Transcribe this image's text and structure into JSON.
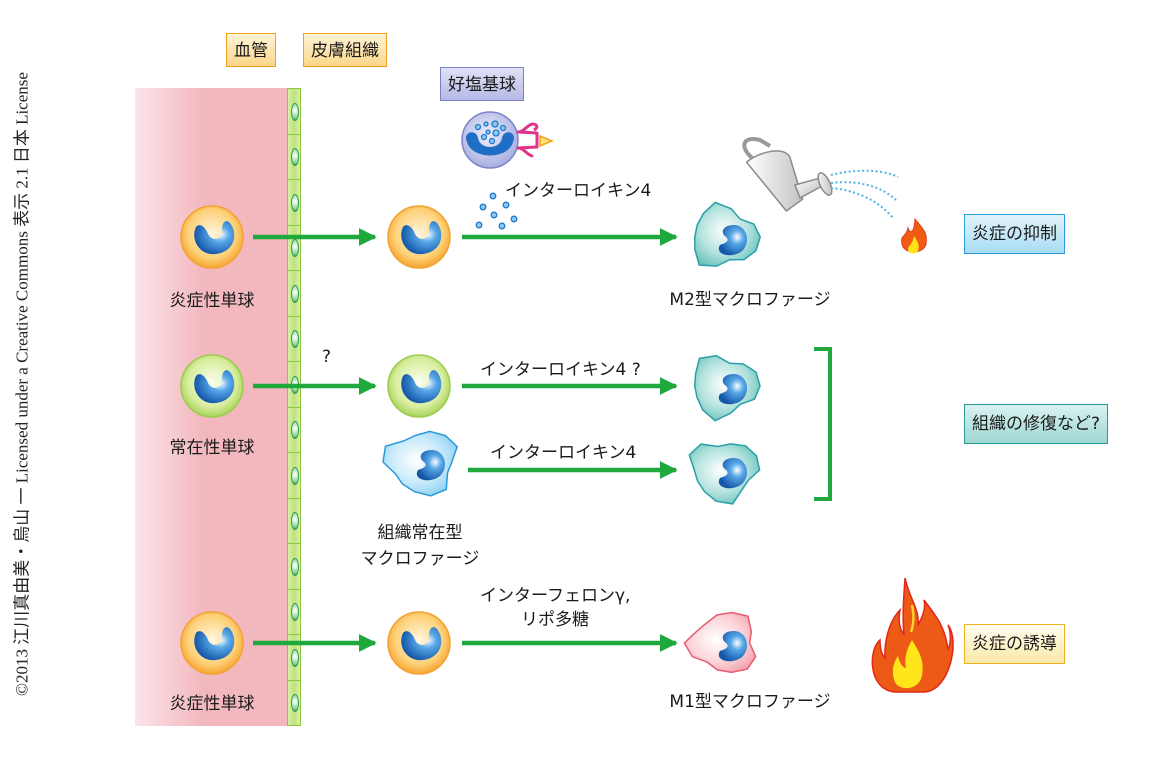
{
  "credit": "©2013 江川真由美・烏山 一 Licensed under a Creative Commons 表示 2.1 日本 License",
  "headers": {
    "blood_vessel": "血管",
    "skin_tissue": "皮膚組織",
    "basophil": "好塩基球"
  },
  "rows": [
    {
      "source_cell": "炎症性単球",
      "source_color": "orange",
      "cytokine": "インターロイキン4",
      "product_cell": "M2型マクロファージ",
      "outcome": "炎症の抑制"
    },
    {
      "source_cell": "常在性単球",
      "source_color": "green",
      "migration_note": "?",
      "cytokine": "インターロイキン4 ?",
      "product_cell": ""
    },
    {
      "source_cell": "組織常在型\nマクロファージ",
      "source_cell_line1": "組織常在型",
      "source_cell_line2": "マクロファージ",
      "cytokine": "インターロイキン4",
      "outcome": "組織の修復など?"
    },
    {
      "source_cell": "炎症性単球",
      "source_color": "orange",
      "cytokine_line1": "インターフェロンγ,",
      "cytokine_line2": "リポ多糖",
      "product_cell": "M1型マクロファージ",
      "outcome": "炎症の誘導"
    }
  ],
  "icons": {
    "basophil": "basophil-cell-icon",
    "watering_can": "watering-can-icon",
    "small_flame": "small-flame-icon",
    "large_flame": "large-flame-icon"
  },
  "colors": {
    "arrow": "#1fa83c",
    "vessel": "#f2b8be",
    "epithelium": "#bfe27a",
    "orange_monocyte": "#fbb040",
    "green_monocyte": "#b8dc6c",
    "m2_macrophage": "#7ccfc8",
    "m1_macrophage": "#f6b8c0",
    "resident_macrophage": "#a8dcf5",
    "nucleus": "#1e6fc0"
  }
}
